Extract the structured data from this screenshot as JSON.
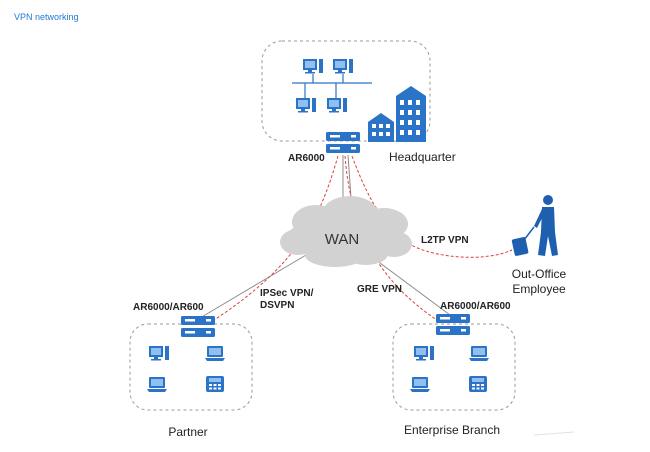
{
  "caption": "VPN networking",
  "diagram": {
    "cloud_label": "WAN",
    "headquarter": {
      "name": "Headquarter",
      "router_model": "AR6000"
    },
    "partner": {
      "name": "Partner",
      "router_model": "AR6000/AR600"
    },
    "branch": {
      "name": "Enterprise Branch",
      "router_model": "AR6000/AR600"
    },
    "employee": {
      "name_line1": "Out-Office",
      "name_line2": "Employee"
    },
    "links": {
      "l2tp": "L2TP VPN",
      "ipsec_line1": "IPSec VPN/",
      "ipsec_line2": "DSVPN",
      "gre": "GRE VPN"
    },
    "colors": {
      "accent": "#1f6fd1",
      "device": "#2b73c7",
      "vpn_dash": "#e0403a",
      "physical_link": "#8c8c8c",
      "cloud": "#cfcfcf"
    }
  }
}
